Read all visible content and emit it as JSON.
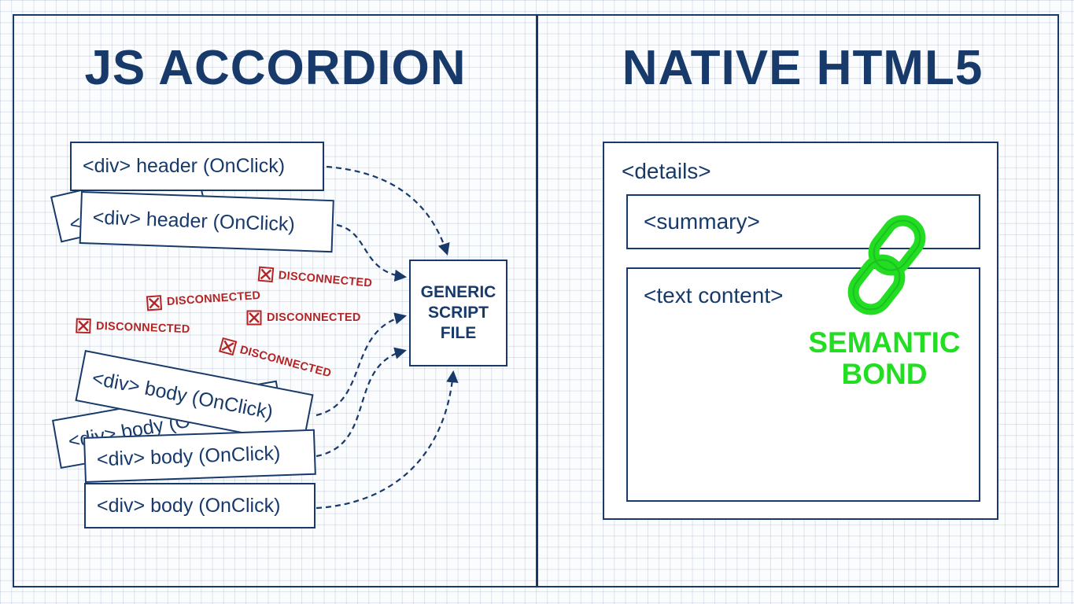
{
  "left_panel": {
    "title": "JS ACCORDION",
    "headers": [
      "<div> header (OnClick)",
      "<div> header (OnClick)",
      "<div"
    ],
    "bodies": [
      "<div> body (OnClick)",
      "<div> body (O",
      "<div> body (OnClick)",
      "<div> body (OnClick)"
    ],
    "script_box": {
      "line1": "GENERIC",
      "line2": "SCRIPT",
      "line3": "FILE"
    },
    "disconnected_labels": [
      "DISCONNECTED",
      "DISCONNECTED",
      "DISCONNECTED",
      "DISCONNECTED",
      "DISCONNECTED"
    ]
  },
  "right_panel": {
    "title": "NATIVE HTML5",
    "details_label": "<details>",
    "summary_label": "<summary>",
    "content_label": "<text content>",
    "bond_label": "SEMANTIC BOND"
  },
  "colors": {
    "ink": "#173a6b",
    "error": "#b32424",
    "bond": "#22dd22",
    "grid": "#dfe6f0"
  },
  "icons": {
    "disconnected": "x-box-icon",
    "bond": "chain-link-icon"
  }
}
